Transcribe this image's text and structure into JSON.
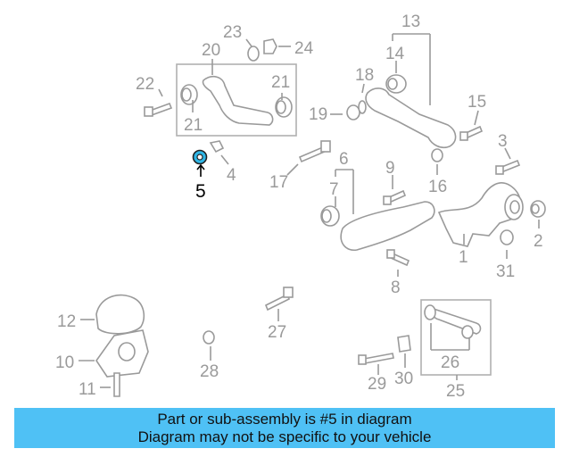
{
  "highlight_color": "#2fb6e6",
  "banner_color": "#4fc1f5",
  "callouts": {
    "n1": "1",
    "n2": "2",
    "n3": "3",
    "n4": "4",
    "n5": "5",
    "n6": "6",
    "n7": "7",
    "n8": "8",
    "n9": "9",
    "n10": "10",
    "n11": "11",
    "n12": "12",
    "n13": "13",
    "n14": "14",
    "n15": "15",
    "n16": "16",
    "n17": "17",
    "n18": "18",
    "n19": "19",
    "n20": "20",
    "n21a": "21",
    "n21b": "21",
    "n22": "22",
    "n23": "23",
    "n24": "24",
    "n25": "25",
    "n26": "26",
    "n27": "27",
    "n28": "28",
    "n29": "29",
    "n30": "30",
    "n31": "31"
  },
  "banner": {
    "line1": "Part or sub-assembly is #5 in diagram",
    "line2": "Diagram may not be specific to your vehicle"
  }
}
